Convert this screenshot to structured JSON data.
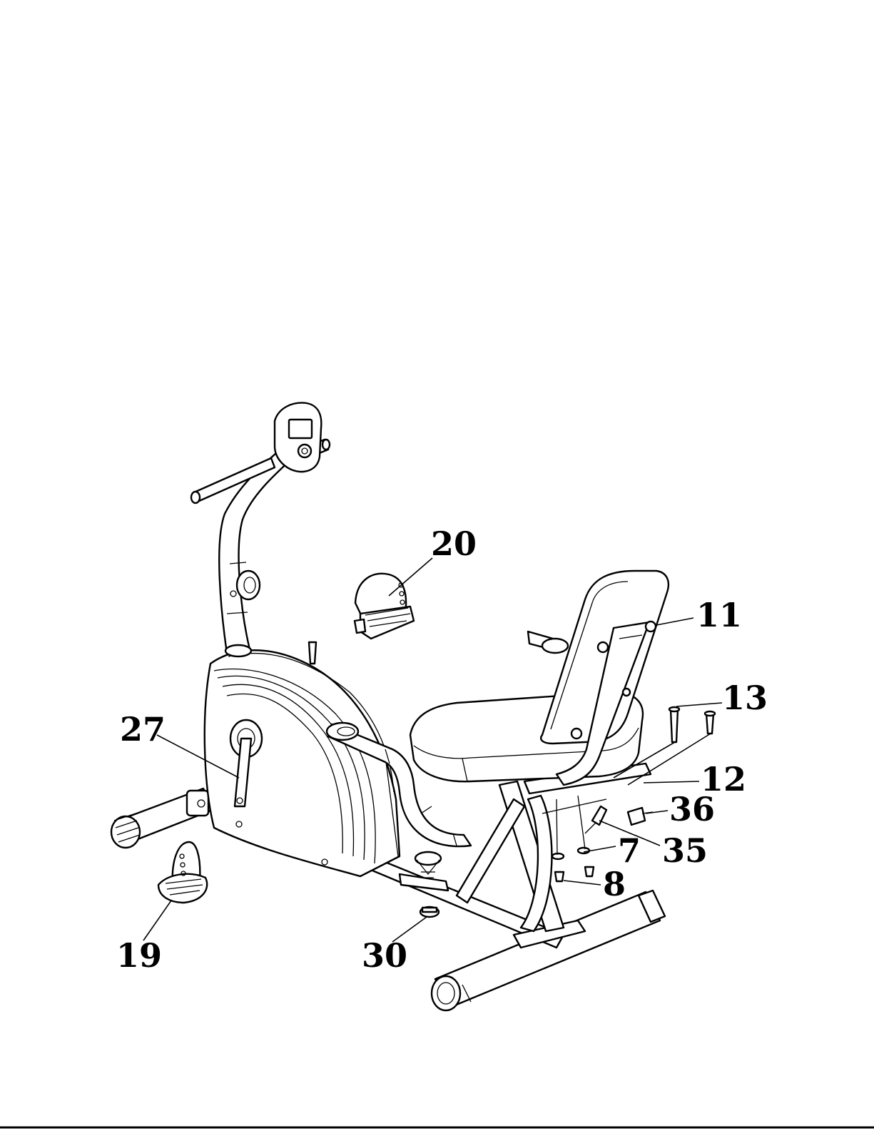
{
  "labels": {
    "20": "20",
    "11": "11",
    "13": "13",
    "27": "27",
    "12": "12",
    "36": "36",
    "35": "35",
    "7": "7",
    "8": "8",
    "19": "19",
    "30": "30"
  }
}
